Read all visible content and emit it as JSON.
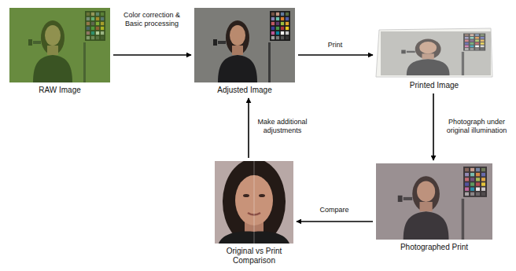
{
  "diagram": {
    "nodes": [
      {
        "text": [
          "RAW Image"
        ]
      },
      {
        "text": [
          "Adjusted Image"
        ]
      },
      {
        "text": [
          "Printed Image"
        ]
      },
      {
        "text": [
          "Photographed Print"
        ]
      },
      {
        "text": [
          "Original vs Print Comparison"
        ]
      }
    ],
    "edges": [
      {
        "from": 0,
        "to": 1,
        "label": "Color correction & Basic processing",
        "arrow": "to"
      },
      {
        "from": 1,
        "to": 2,
        "label": "Print",
        "arrow": "to"
      },
      {
        "from": 2,
        "to": 3,
        "label": "Photograph under original illumination",
        "arrow": "to"
      },
      {
        "from": 3,
        "to": 4,
        "label": "Compare",
        "arrow": "to"
      },
      {
        "from": 4,
        "to": 1,
        "label": "Make additional adjustments",
        "arrow": "to"
      }
    ]
  }
}
